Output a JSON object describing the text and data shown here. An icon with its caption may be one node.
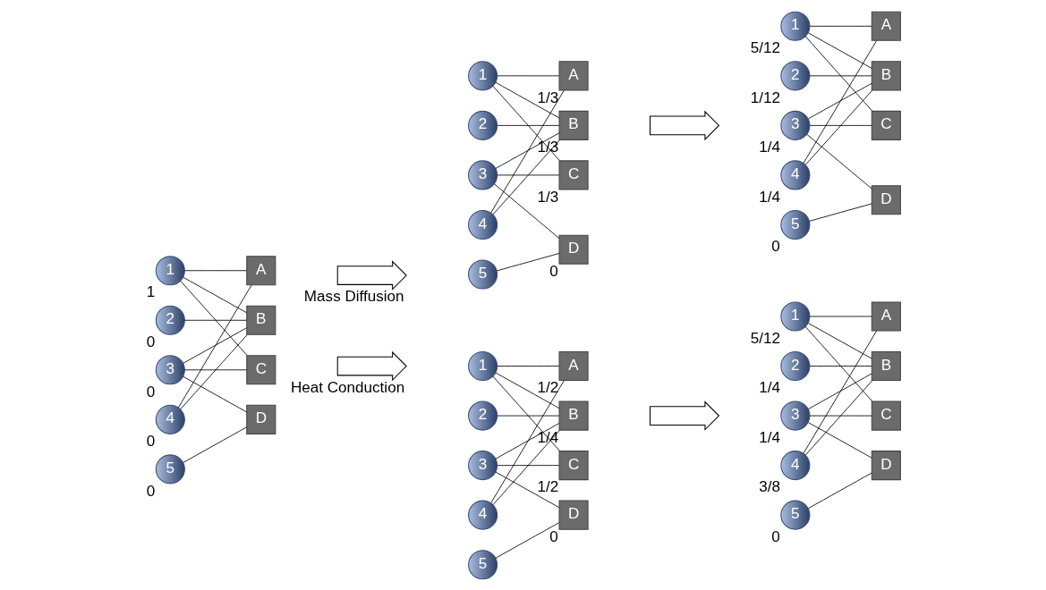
{
  "diagram": {
    "nodes": [
      {
        "text": [
          "1"
        ],
        "beside": [
          "1"
        ]
      },
      {
        "text": [
          "2"
        ],
        "beside": [
          "0"
        ]
      },
      {
        "text": [
          "3"
        ],
        "beside": [
          "0"
        ]
      },
      {
        "text": [
          "4"
        ],
        "beside": [
          "0"
        ]
      },
      {
        "text": [
          "5"
        ],
        "beside": [
          "0"
        ]
      },
      {
        "text": [
          "A"
        ]
      },
      {
        "text": [
          "B"
        ]
      },
      {
        "text": [
          "C"
        ]
      },
      {
        "text": [
          "D"
        ]
      },
      {
        "text": [
          "1"
        ]
      },
      {
        "text": [
          "2"
        ]
      },
      {
        "text": [
          "3"
        ]
      },
      {
        "text": [
          "4"
        ]
      },
      {
        "text": [
          "5"
        ]
      },
      {
        "text": [
          "A"
        ],
        "beside": [
          "1/3"
        ]
      },
      {
        "text": [
          "B"
        ],
        "beside": [
          "1/3"
        ]
      },
      {
        "text": [
          "C"
        ],
        "beside": [
          "1/3"
        ]
      },
      {
        "text": [
          "D"
        ],
        "beside": [
          "0"
        ]
      },
      {
        "text": [
          "1"
        ],
        "beside": [
          "5/12"
        ]
      },
      {
        "text": [
          "2"
        ],
        "beside": [
          "1/12"
        ]
      },
      {
        "text": [
          "3"
        ],
        "beside": [
          "1/4"
        ]
      },
      {
        "text": [
          "4"
        ],
        "beside": [
          "1/4"
        ]
      },
      {
        "text": [
          "5"
        ],
        "beside": [
          "0"
        ]
      },
      {
        "text": [
          "A"
        ]
      },
      {
        "text": [
          "B"
        ]
      },
      {
        "text": [
          "C"
        ]
      },
      {
        "text": [
          "D"
        ]
      },
      {
        "text": [
          "1"
        ]
      },
      {
        "text": [
          "2"
        ]
      },
      {
        "text": [
          "3"
        ]
      },
      {
        "text": [
          "4"
        ]
      },
      {
        "text": [
          "5"
        ]
      },
      {
        "text": [
          "A"
        ],
        "beside": [
          "1/2"
        ]
      },
      {
        "text": [
          "B"
        ],
        "beside": [
          "1/4"
        ]
      },
      {
        "text": [
          "C"
        ],
        "beside": [
          "1/2"
        ]
      },
      {
        "text": [
          "D"
        ],
        "beside": [
          "0"
        ]
      },
      {
        "text": [
          "1"
        ],
        "beside": [
          "5/12"
        ]
      },
      {
        "text": [
          "2"
        ],
        "beside": [
          "1/4"
        ]
      },
      {
        "text": [
          "3"
        ],
        "beside": [
          "1/4"
        ]
      },
      {
        "text": [
          "4"
        ],
        "beside": [
          "3/8"
        ]
      },
      {
        "text": [
          "5"
        ],
        "beside": [
          "0"
        ]
      },
      {
        "text": [
          "A"
        ]
      },
      {
        "text": [
          "B"
        ]
      },
      {
        "text": [
          "C"
        ]
      },
      {
        "text": [
          "D"
        ]
      },
      {
        "text": [],
        "shape": "arrow",
        "beside": [
          "Mass Diffusion"
        ]
      },
      {
        "text": [],
        "shape": "arrow",
        "beside": [
          "Heat Conduction"
        ]
      },
      {
        "text": [],
        "shape": "arrow"
      },
      {
        "text": [],
        "shape": "arrow"
      }
    ],
    "edges": [
      {
        "from": 0,
        "to": 5,
        "arrow": "none"
      },
      {
        "from": 0,
        "to": 6,
        "arrow": "none"
      },
      {
        "from": 0,
        "to": 7,
        "arrow": "none"
      },
      {
        "from": 1,
        "to": 6,
        "arrow": "none"
      },
      {
        "from": 2,
        "to": 6,
        "arrow": "none"
      },
      {
        "from": 2,
        "to": 7,
        "arrow": "none"
      },
      {
        "from": 2,
        "to": 8,
        "arrow": "none"
      },
      {
        "from": 3,
        "to": 5,
        "arrow": "none"
      },
      {
        "from": 3,
        "to": 6,
        "arrow": "none"
      },
      {
        "from": 4,
        "to": 8,
        "arrow": "none"
      },
      {
        "from": 9,
        "to": 14,
        "arrow": "none"
      },
      {
        "from": 9,
        "to": 15,
        "arrow": "none"
      },
      {
        "from": 9,
        "to": 16,
        "arrow": "none"
      },
      {
        "from": 10,
        "to": 15,
        "arrow": "none"
      },
      {
        "from": 11,
        "to": 15,
        "arrow": "none"
      },
      {
        "from": 11,
        "to": 16,
        "arrow": "none"
      },
      {
        "from": 11,
        "to": 17,
        "arrow": "none"
      },
      {
        "from": 12,
        "to": 14,
        "arrow": "none"
      },
      {
        "from": 12,
        "to": 15,
        "arrow": "none"
      },
      {
        "from": 13,
        "to": 17,
        "arrow": "none"
      },
      {
        "from": 18,
        "to": 23,
        "arrow": "none"
      },
      {
        "from": 18,
        "to": 24,
        "arrow": "none"
      },
      {
        "from": 18,
        "to": 25,
        "arrow": "none"
      },
      {
        "from": 19,
        "to": 24,
        "arrow": "none"
      },
      {
        "from": 20,
        "to": 24,
        "arrow": "none"
      },
      {
        "from": 20,
        "to": 25,
        "arrow": "none"
      },
      {
        "from": 20,
        "to": 26,
        "arrow": "none"
      },
      {
        "from": 21,
        "to": 23,
        "arrow": "none"
      },
      {
        "from": 21,
        "to": 24,
        "arrow": "none"
      },
      {
        "from": 22,
        "to": 26,
        "arrow": "none"
      },
      {
        "from": 27,
        "to": 32,
        "arrow": "none"
      },
      {
        "from": 27,
        "to": 33,
        "arrow": "none"
      },
      {
        "from": 27,
        "to": 34,
        "arrow": "none"
      },
      {
        "from": 28,
        "to": 33,
        "arrow": "none"
      },
      {
        "from": 29,
        "to": 33,
        "arrow": "none"
      },
      {
        "from": 29,
        "to": 34,
        "arrow": "none"
      },
      {
        "from": 29,
        "to": 35,
        "arrow": "none"
      },
      {
        "from": 30,
        "to": 32,
        "arrow": "none"
      },
      {
        "from": 30,
        "to": 33,
        "arrow": "none"
      },
      {
        "from": 31,
        "to": 35,
        "arrow": "none"
      },
      {
        "from": 36,
        "to": 41,
        "arrow": "none"
      },
      {
        "from": 36,
        "to": 42,
        "arrow": "none"
      },
      {
        "from": 36,
        "to": 43,
        "arrow": "none"
      },
      {
        "from": 37,
        "to": 42,
        "arrow": "none"
      },
      {
        "from": 38,
        "to": 42,
        "arrow": "none"
      },
      {
        "from": 38,
        "to": 43,
        "arrow": "none"
      },
      {
        "from": 38,
        "to": 44,
        "arrow": "none"
      },
      {
        "from": 39,
        "to": 41,
        "arrow": "none"
      },
      {
        "from": 39,
        "to": 42,
        "arrow": "none"
      },
      {
        "from": 40,
        "to": 44,
        "arrow": "none"
      }
    ]
  }
}
